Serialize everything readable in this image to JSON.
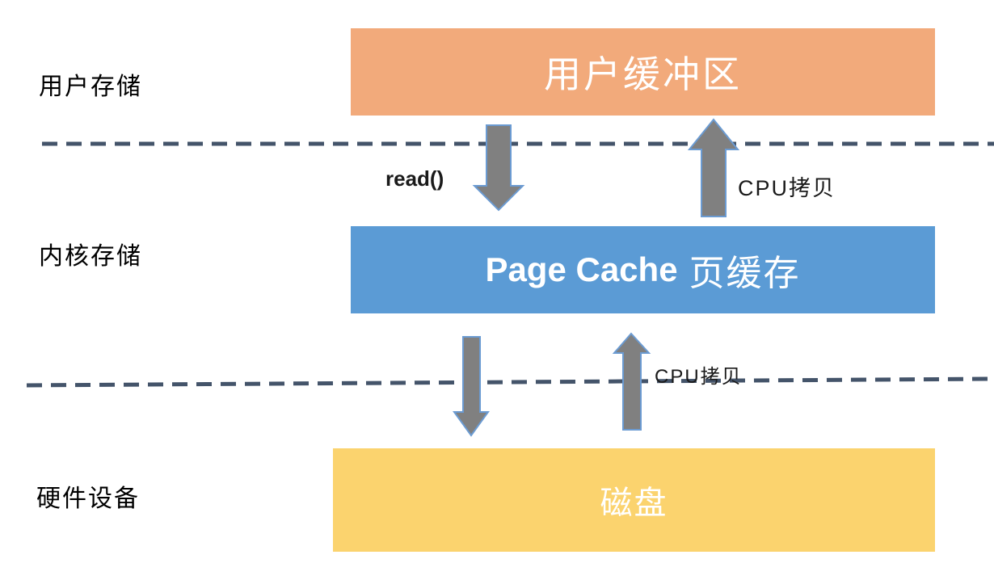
{
  "diagram": {
    "row_labels": {
      "user": "用户存储",
      "kernel": "内核存储",
      "hardware": "硬件设备"
    },
    "boxes": {
      "user_buffer": {
        "label": "用户缓冲区",
        "fill": "#F2AA7B"
      },
      "page_cache": {
        "label_en": "Page Cache",
        "label_zh": "页缓存",
        "fill": "#5B9BD5"
      },
      "disk": {
        "label": "磁盘",
        "fill": "#FBD36E"
      }
    },
    "arrow_labels": {
      "read": "read()",
      "cpu_copy_top": "CPU拷贝",
      "cpu_copy_bottom": "CPU拷贝"
    },
    "colors": {
      "arrow_fill": "#808080",
      "arrow_stroke": "#6B9BD2",
      "dash_line": "#44546A",
      "background": "#FFFFFF",
      "box_text": "#FFFFFF"
    }
  }
}
